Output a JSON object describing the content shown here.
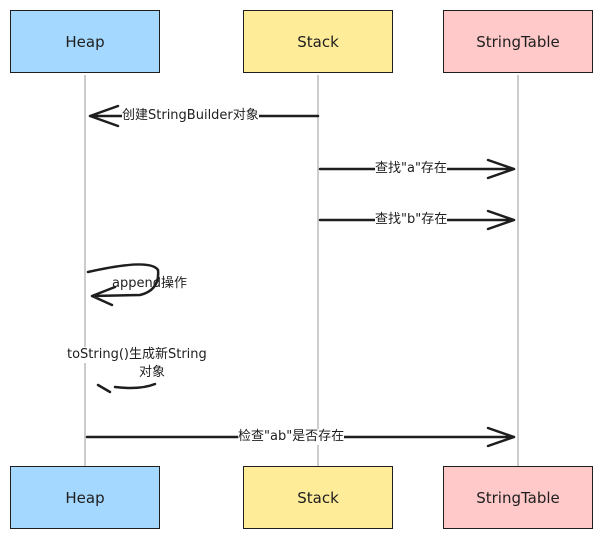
{
  "participants": [
    {
      "name": "Heap",
      "color": "#a5d8ff"
    },
    {
      "name": "Stack",
      "color": "#ffec99"
    },
    {
      "name": "StringTable",
      "color": "#ffc9c9"
    }
  ],
  "messages": [
    {
      "from": "Stack",
      "to": "Heap",
      "label": "创建StringBuilder对象"
    },
    {
      "from": "Stack",
      "to": "StringTable",
      "label": "查找\"a\"存在"
    },
    {
      "from": "Stack",
      "to": "StringTable",
      "label": "查找\"b\"存在"
    },
    {
      "from": "Heap",
      "to": "Heap",
      "label": "append操作"
    },
    {
      "from": "Heap",
      "to": "Heap",
      "label": "toString()生成新String对象",
      "label_line1": "toString()生成新String",
      "label_line2": "对象"
    },
    {
      "from": "Heap",
      "to": "StringTable",
      "label": "检查\"ab\"是否存在"
    }
  ]
}
